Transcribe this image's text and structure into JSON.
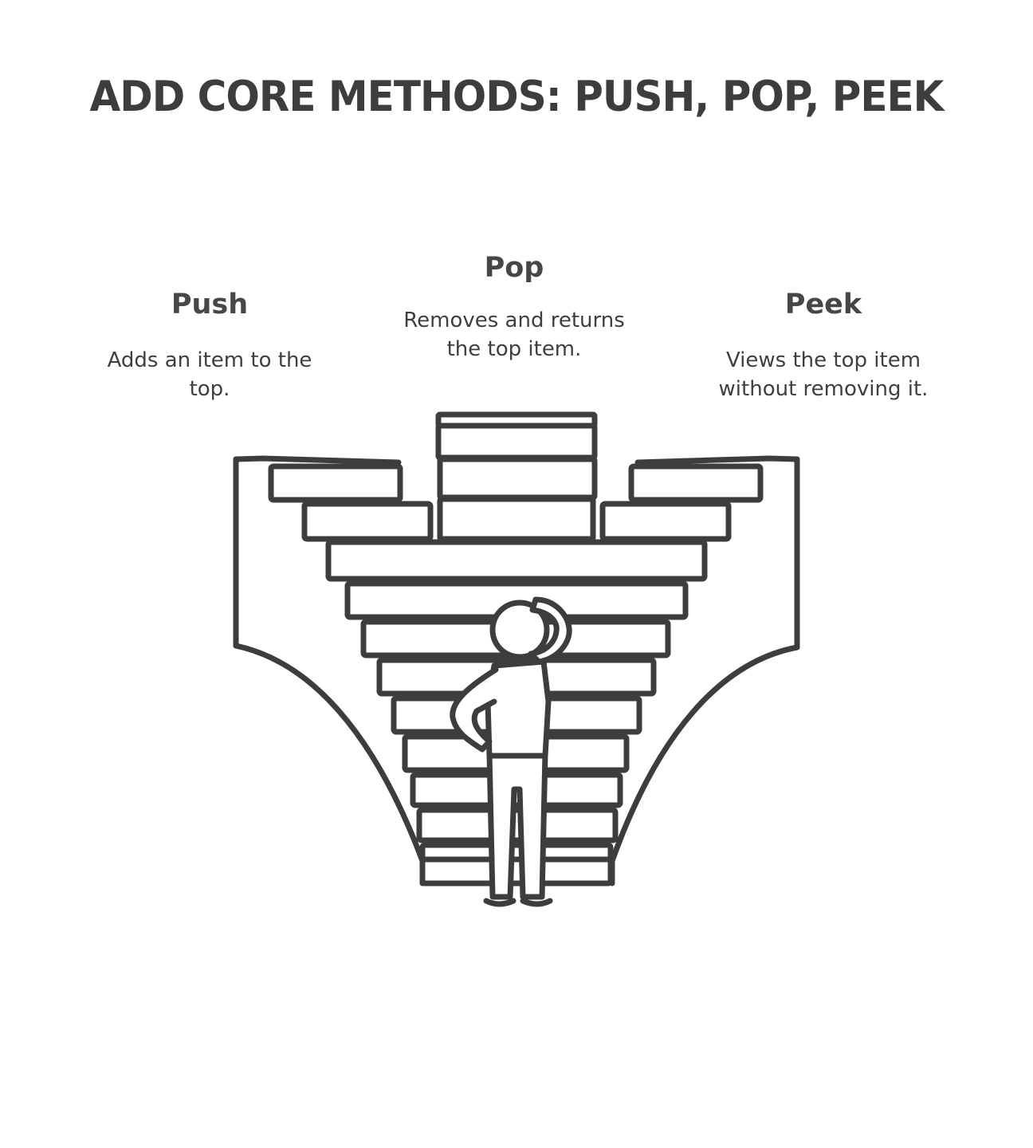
{
  "title": "ADD CORE METHODS: PUSH, POP, PEEK",
  "methods": {
    "push": {
      "heading": "Push",
      "description": "Adds an item to the top."
    },
    "pop": {
      "heading": "Pop",
      "description": "Removes and returns the top item."
    },
    "peek": {
      "heading": "Peek",
      "description": "Views the top item without removing it."
    }
  },
  "illustration": {
    "name": "stack-staircase-with-person",
    "stroke_color": "#3d3d3d"
  }
}
